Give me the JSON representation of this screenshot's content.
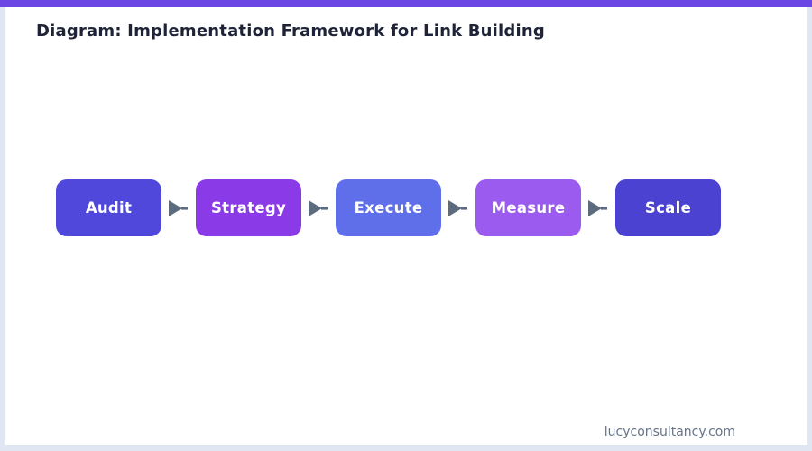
{
  "page": {
    "title": "Diagram: Implementation Framework for Link Building",
    "footer": "lucyconsultancy.com"
  },
  "theme": {
    "topbar_color": "#6B46E5",
    "frame_border_color": "#E1E7F2",
    "title_color": "#1F2337",
    "arrow_color": "#5C6B7E",
    "footer_color": "#64748B",
    "step_text_color": "#FFFFFF"
  },
  "flow": {
    "steps": [
      {
        "label": "Audit",
        "color": "#4F48DB"
      },
      {
        "label": "Strategy",
        "color": "#8A3AE6"
      },
      {
        "label": "Execute",
        "color": "#5F6EE9"
      },
      {
        "label": "Measure",
        "color": "#9B5BEF"
      },
      {
        "label": "Scale",
        "color": "#4B42D2"
      }
    ],
    "arrow_icon": "arrow-right-icon"
  }
}
